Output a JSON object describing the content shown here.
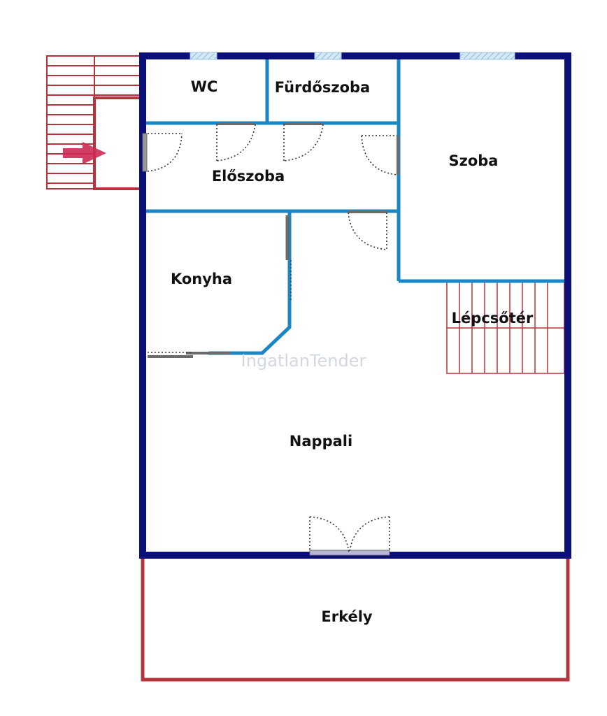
{
  "rooms": {
    "wc": "WC",
    "bathroom": "Fürdőszoba",
    "hall": "Előszoba",
    "room": "Szoba",
    "kitchen": "Konyha",
    "stairwell": "Lépcsőtér",
    "living": "Nappali",
    "balcony": "Erkély"
  },
  "watermark": "IngatlanTender",
  "colors": {
    "outer_wall": "#0a0f7a",
    "inner_wall": "#1b86c4",
    "stairs_balcony": "#b4343c",
    "entrance_arrow": "#cc2a55",
    "window": "#9ec6e6",
    "door_arc": "#333333",
    "door_leaf": "#6b6b6b"
  },
  "icons": {
    "entrance": "arrow-right-icon"
  }
}
